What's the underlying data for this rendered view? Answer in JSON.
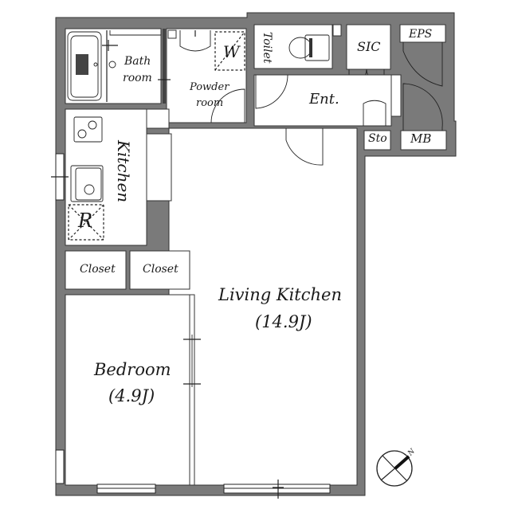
{
  "floor_plan": {
    "rooms": {
      "bath": {
        "line1": "Bath",
        "line2": "room"
      },
      "powder": {
        "line1": "Powder",
        "line2": "room"
      },
      "washer": {
        "label": "W"
      },
      "toilet": {
        "label": "Toilet"
      },
      "sic": {
        "label": "SIC"
      },
      "eps": {
        "label": "EPS"
      },
      "entrance": {
        "label": "Ent."
      },
      "storage": {
        "label": "Sto"
      },
      "meter_box": {
        "label": "MB"
      },
      "kitchen": {
        "label": "Kitchen"
      },
      "refrigerator": {
        "label": "R"
      },
      "closet_1": {
        "label": "Closet"
      },
      "closet_2": {
        "label": "Closet"
      },
      "living_kitchen": {
        "label": "Living Kitchen",
        "area": "(14.9J)"
      },
      "bedroom": {
        "label": "Bedroom",
        "area": "(4.9J)"
      }
    },
    "compass": {
      "label": "N"
    },
    "colors": {
      "wall": "#7a7a7a",
      "line": "#222222",
      "background": "#ffffff"
    }
  }
}
